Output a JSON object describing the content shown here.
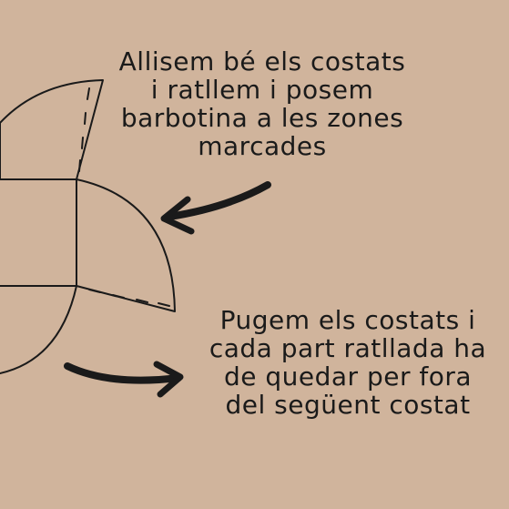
{
  "background_color": "#d0b49c",
  "ink_color": "#1a1a1a",
  "annotations": {
    "top": {
      "lines": [
        "Allisem bé els costats",
        "i ratllem i posem",
        "barbotina a les zones",
        "marcades"
      ]
    },
    "bottom": {
      "lines": [
        "Pugem els costats i",
        "cada part ratllada ha",
        "de quedar per fora",
        "del següent costat"
      ]
    }
  },
  "icons": {
    "arrow_top": "curved-arrow-pointing-left",
    "arrow_bottom": "curved-arrow-pointing-right"
  }
}
